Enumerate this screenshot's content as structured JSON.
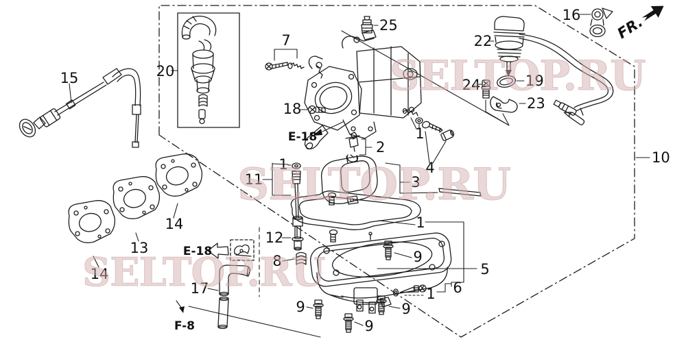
{
  "diagram": {
    "type": "exploded-parts-diagram",
    "watermark": {
      "text": "SELTOP.RU"
    },
    "orientation": {
      "fr": "FR."
    },
    "refs": {
      "e18": "E-18",
      "f8": "F-8"
    },
    "callouts": {
      "n1": "1",
      "n2": "2",
      "n3": "3",
      "n4": "4",
      "n5": "5",
      "n6": "6",
      "n7": "7",
      "n8": "8",
      "n9": "9",
      "n10": "10",
      "n11": "11",
      "n12": "12",
      "n13": "13",
      "n14": "14",
      "n15": "15",
      "n16": "16",
      "n17": "17",
      "n18": "18",
      "n19": "19",
      "n20": "20",
      "n22": "22",
      "n23": "23",
      "n24": "24",
      "n25": "25"
    }
  }
}
